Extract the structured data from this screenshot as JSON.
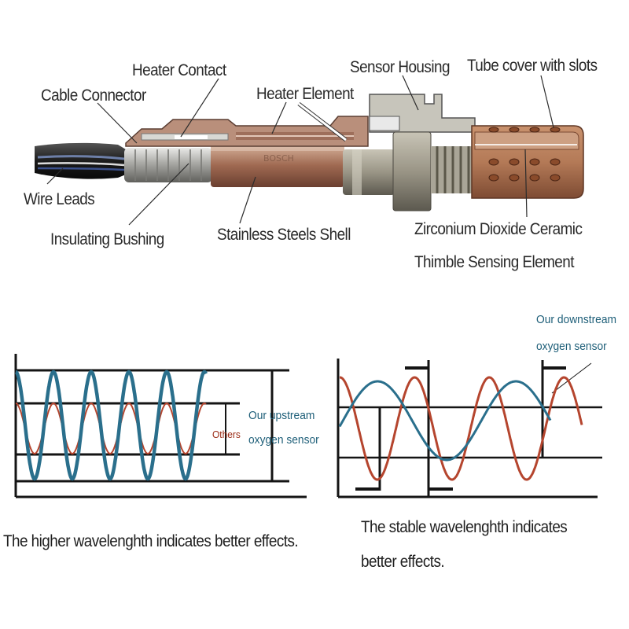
{
  "sensor_labels": {
    "heater_contact": "Heater Contact",
    "sensor_housing": "Sensor Housing",
    "tube_cover": "Tube cover with slots",
    "cable_connector": "Cable Connector",
    "heater_element": "Heater Element",
    "wire_leads": "Wire Leads",
    "insulating_bushing": "Insulating Bushing",
    "stainless_shell": "Stainless Steels Shell",
    "zirconium_line1": "Zirconium Dioxide Ceramic",
    "zirconium_line2": "Thimble Sensing Element"
  },
  "upstream_panel": {
    "others_label": "Others",
    "ours_line1": "Our upstream",
    "ours_line2": "oxygen sensor",
    "caption": "The higher wavelenghth indicates better effects."
  },
  "downstream_panel": {
    "ours_line1": "Our downstream",
    "ours_line2": "oxygen sensor",
    "caption_line1": "The stable wavelenghth indicates",
    "caption_line2": "better effects."
  },
  "colors": {
    "ours_wave": "#2a6f8c",
    "others_wave": "#b5452e",
    "axis": "#141414",
    "label_teal": "#1d5e78",
    "label_red": "#9a2a14"
  }
}
